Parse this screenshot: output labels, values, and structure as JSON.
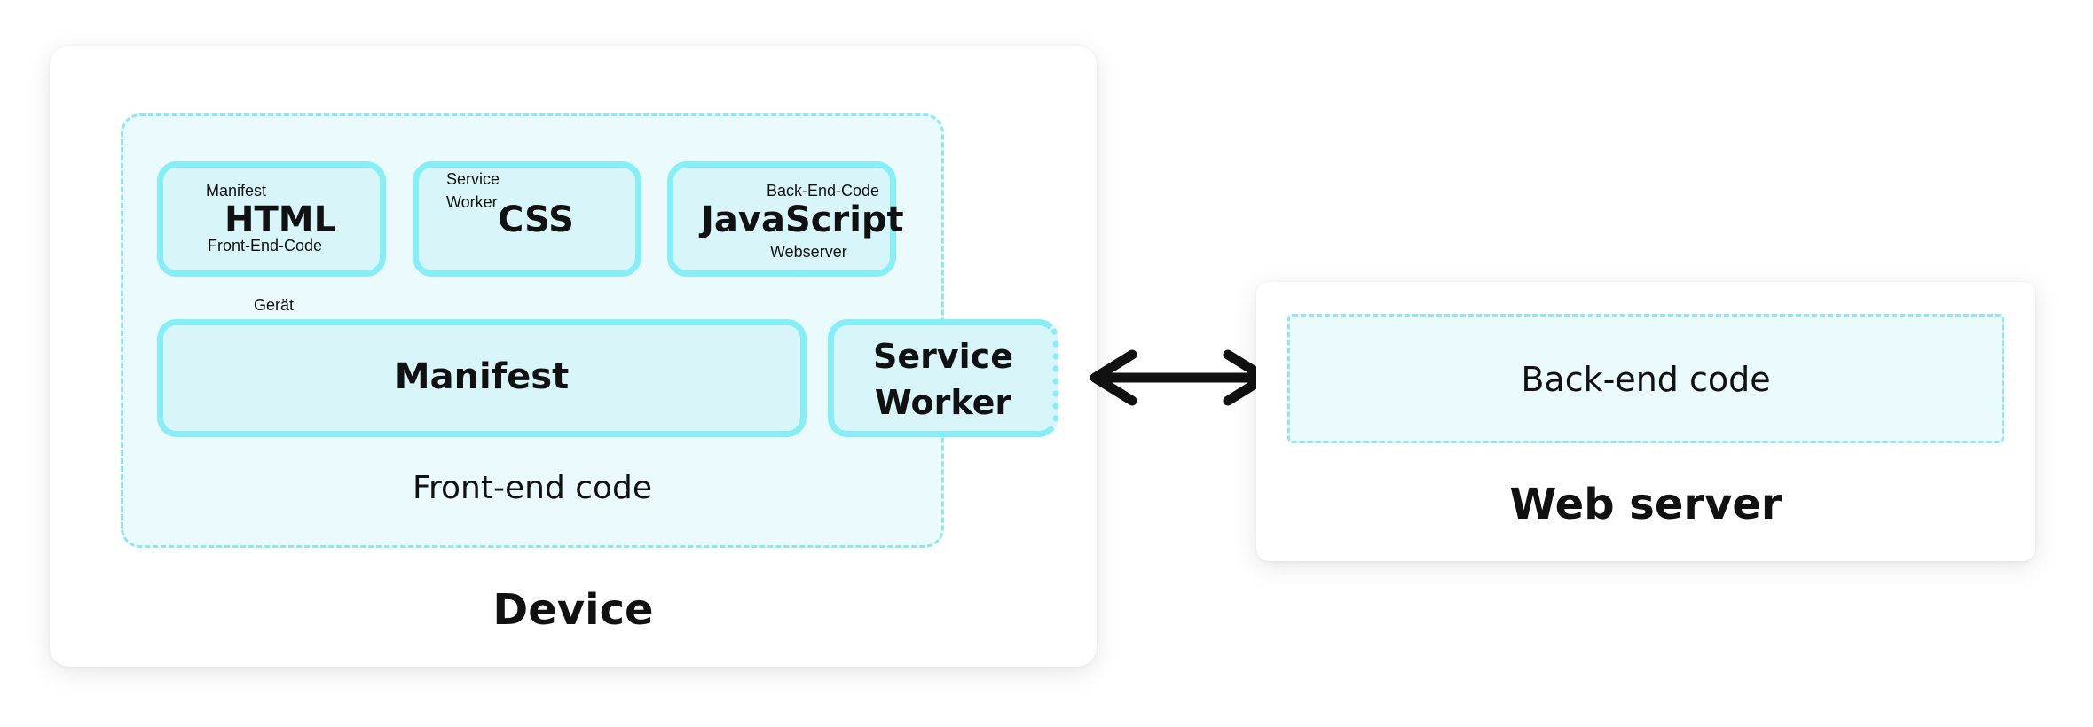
{
  "device": {
    "title": "Device",
    "frontend_region_label": "Front-end code",
    "files": {
      "html": {
        "label": "HTML",
        "note_top": "Manifest",
        "note_bottom": "Front-End-Code"
      },
      "css": {
        "label": "CSS",
        "note_top_1": "Service",
        "note_top_2": "Worker"
      },
      "javascript": {
        "label": "JavaScript",
        "note_top": "Back-End-Code",
        "note_bottom": "Webserver"
      }
    },
    "stray_note": "Gerät",
    "manifest_label": "Manifest",
    "service_worker_label_line1": "Service",
    "service_worker_label_line2": "Worker"
  },
  "server": {
    "title": "Web server",
    "backend_region_label": "Back-end code"
  },
  "colors": {
    "box_fill": "#d8f6fa",
    "box_border": "#86eef6",
    "region_fill": "#eafafd",
    "region_border": "#8fe8f1",
    "arrow": "#111111"
  }
}
